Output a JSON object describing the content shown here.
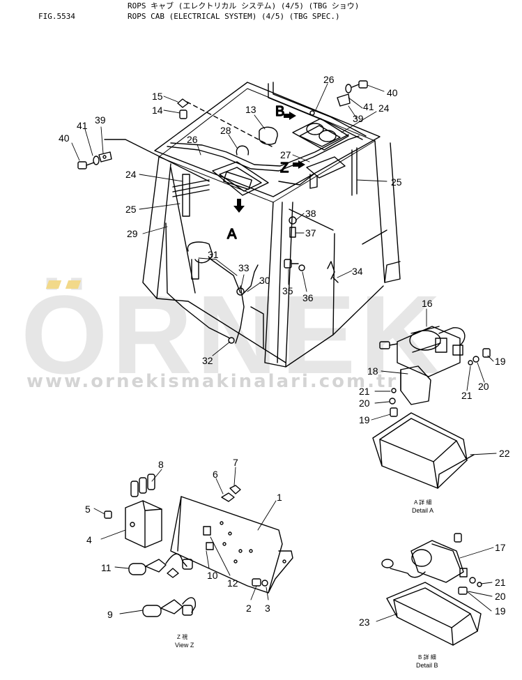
{
  "header": {
    "fig": "FIG.5534",
    "title_jp": "ROPS キャブ (エレクトリカル システム) (4/5) (TBG ショウ)",
    "title_en": "ROPS CAB (ELECTRICAL SYSTEM) (4/5) (TBG SPEC.)"
  },
  "watermark": {
    "logo": "ÖRNEK",
    "url": "www.ornekismakinalari.com.tr"
  },
  "view_arrows": [
    "A",
    "B",
    "Z"
  ],
  "captions": {
    "detail_a_jp": "A 詳 細",
    "detail_a_en": "Detail A",
    "detail_b_jp": "B 詳 細",
    "detail_b_en": "Detail B",
    "view_z_jp": "Z 視",
    "view_z_en": "View Z"
  },
  "callouts": [
    "1",
    "2",
    "3",
    "4",
    "5",
    "6",
    "7",
    "8",
    "9",
    "10",
    "11",
    "12",
    "13",
    "14",
    "15",
    "16",
    "17",
    "18",
    "19",
    "20",
    "21",
    "22",
    "23",
    "24",
    "25",
    "26",
    "27",
    "28",
    "29",
    "30",
    "31",
    "32",
    "33",
    "34",
    "35",
    "36",
    "37",
    "38",
    "39",
    "40",
    "41"
  ]
}
